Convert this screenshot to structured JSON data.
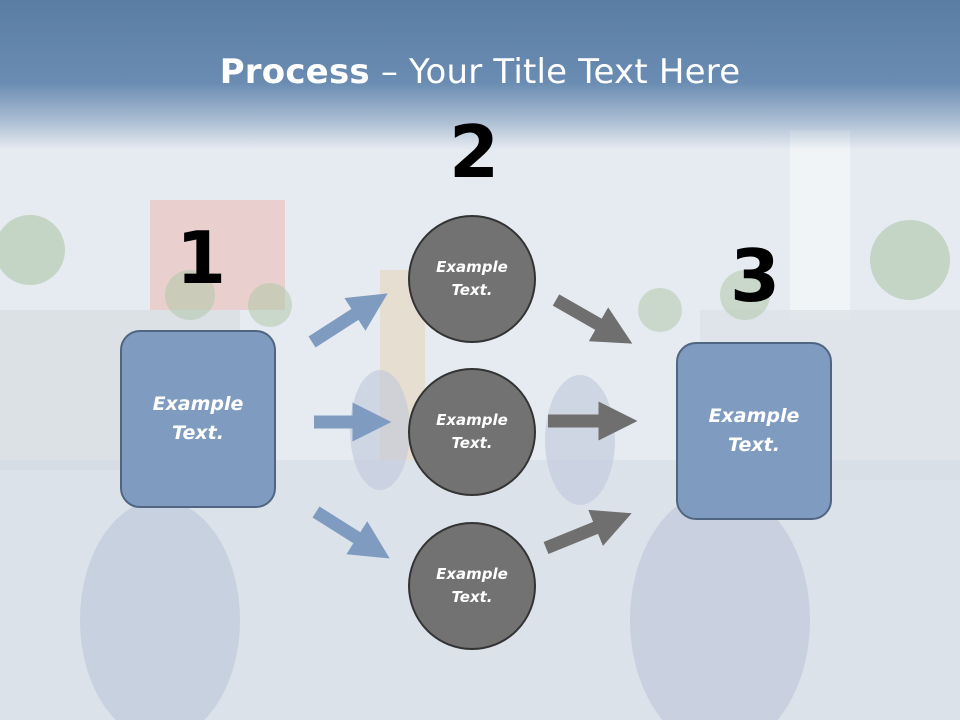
{
  "title": {
    "bold": "Process",
    "rest": " – Your Title Text Here"
  },
  "steps": {
    "left_number": "1",
    "middle_number": "2",
    "right_number": "3"
  },
  "left_box": {
    "line1": "Example",
    "line2": "Text."
  },
  "circles": [
    {
      "line1": "Example",
      "line2": "Text."
    },
    {
      "line1": "Example",
      "line2": "Text."
    },
    {
      "line1": "Example",
      "line2": "Text."
    }
  ],
  "right_box": {
    "line1": "Example",
    "line2": "Text."
  },
  "colors": {
    "box_fill": "#7f9cc0",
    "circle_fill": "#727272",
    "blue_arrow": "#7f9cc0",
    "gray_arrow": "#6f6f6f"
  }
}
